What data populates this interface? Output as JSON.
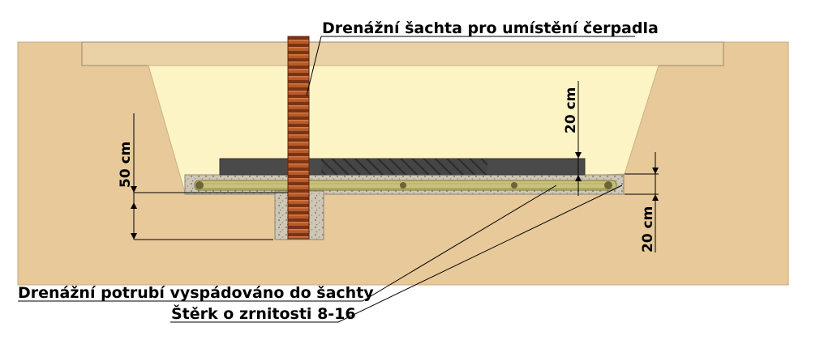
{
  "labels": {
    "drainage_shaft": "Drenážní šachta pro umístění čerpadla",
    "drainage_pipe": "Drenážní potrubí vyspádováno do šachty",
    "gravel": "Štěrk o zrnitosti 8-16"
  },
  "dimensions": {
    "depth_total": "50 cm",
    "water_depth": "20 cm",
    "gravel_layer": "20 cm"
  },
  "colors": {
    "soil": "#e7c99a",
    "soil_edge": "#c9a878",
    "pond_water": "#fdf4c6",
    "coping_slab": "#ead1a6",
    "gravel": "#cfc7b6",
    "gravel_dots": "#8d877b",
    "pipe": "#c8c27a",
    "pipe_stripe": "#9c9750",
    "shaft_pipe": "#b65a2b",
    "shaft_rib": "#7a3414",
    "grid_block": "#4a4a4a",
    "line": "#000000"
  }
}
